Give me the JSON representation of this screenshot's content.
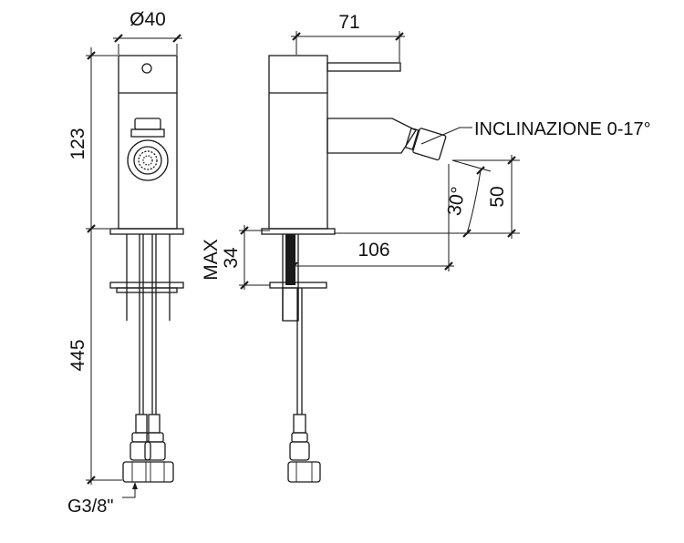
{
  "dimensions": {
    "diameter": "Ø40",
    "spout_projection": "71",
    "body_height": "123",
    "hose_length": "445",
    "max_thickness_value": "34",
    "max_thickness_label": "MAX",
    "reach": "106",
    "outlet_height": "50",
    "angle": "30°",
    "thread": "G3/8\""
  },
  "annotations": {
    "inclination": "INCLINAZIONE 0-17°"
  },
  "colors": {
    "line": "#1a1a1a",
    "background": "#ffffff"
  }
}
